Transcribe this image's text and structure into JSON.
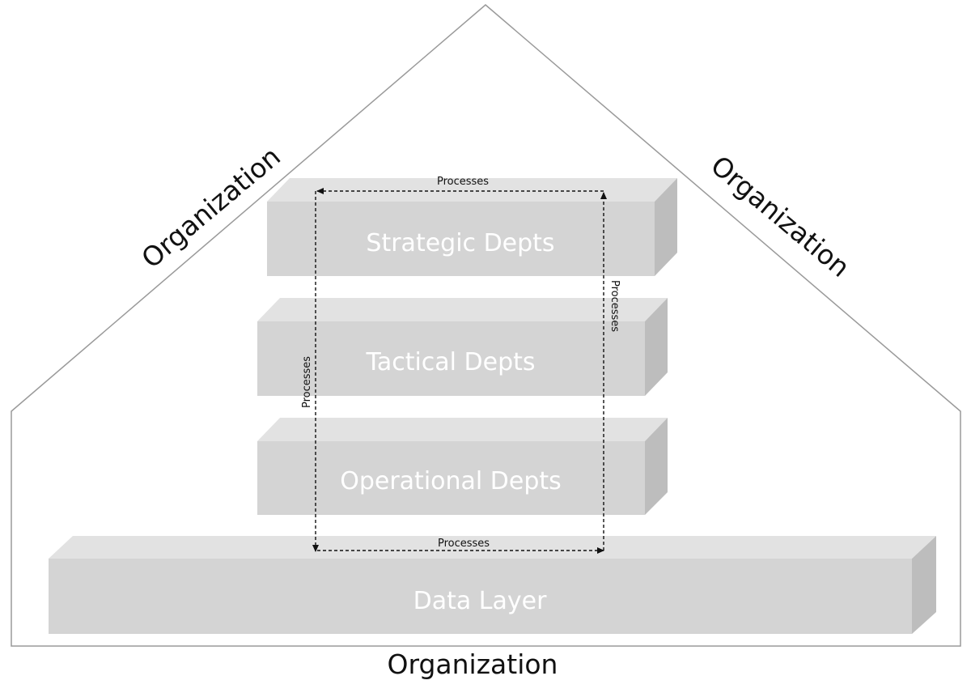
{
  "organization": {
    "left_label": "Organization",
    "right_label": "Organization",
    "bottom_label": "Organization"
  },
  "blocks": {
    "strategic": "Strategic Depts",
    "tactical": "Tactical Depts",
    "operational": "Operational Depts",
    "data_layer": "Data Layer"
  },
  "processes": {
    "top": "Processes",
    "bottom": "Processes",
    "left": "Processes",
    "right": "Processes"
  },
  "colors": {
    "block_front": "#d4d4d4",
    "block_top": "#e2e2e2",
    "block_side": "#bdbdbd",
    "house_outline": "#9a9a9a"
  }
}
